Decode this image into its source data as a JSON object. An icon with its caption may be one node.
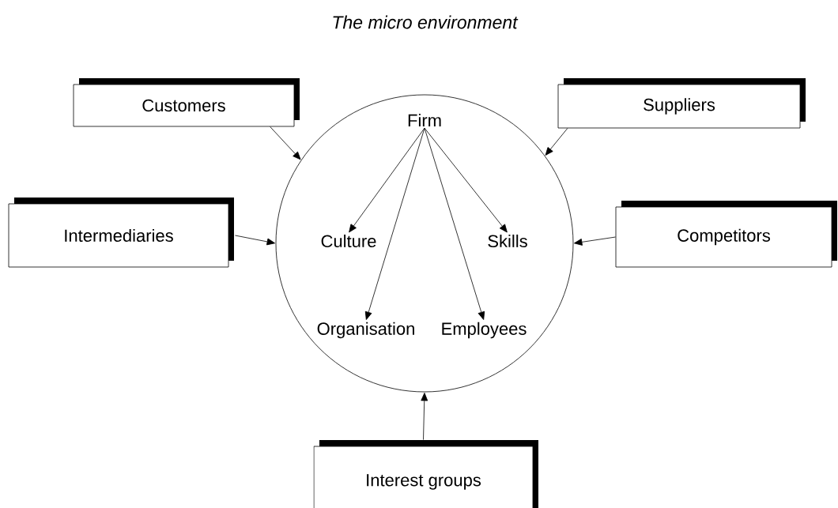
{
  "diagram": {
    "title": "The micro environment",
    "nodes": [
      {
        "text": [
          "Customers"
        ]
      },
      {
        "text": [
          "Suppliers"
        ]
      },
      {
        "text": [],
        "shape": "circle"
      },
      {
        "text": [
          "Firm"
        ],
        "in": 2
      },
      {
        "text": [
          "Intermediaries"
        ]
      },
      {
        "text": [
          "Culture"
        ],
        "in": 2
      },
      {
        "text": [
          "Skills"
        ],
        "in": 2
      },
      {
        "text": [
          "Competitors"
        ]
      },
      {
        "text": [
          "Organisation"
        ],
        "in": 2
      },
      {
        "text": [
          "Employees"
        ],
        "in": 2
      },
      {
        "text": [
          "Interest groups"
        ]
      }
    ],
    "edges": [
      {
        "from": 0,
        "to": 2,
        "arrow": "to"
      },
      {
        "from": 1,
        "to": 2,
        "arrow": "to"
      },
      {
        "from": 4,
        "to": 2,
        "arrow": "to"
      },
      {
        "from": 7,
        "to": 2,
        "arrow": "to"
      },
      {
        "from": 10,
        "to": 2,
        "arrow": "to"
      },
      {
        "from": 3,
        "to": 5,
        "arrow": "to"
      },
      {
        "from": 3,
        "to": 8,
        "arrow": "to"
      },
      {
        "from": 3,
        "to": 9,
        "arrow": "to"
      },
      {
        "from": 3,
        "to": 6,
        "arrow": "to"
      }
    ]
  }
}
